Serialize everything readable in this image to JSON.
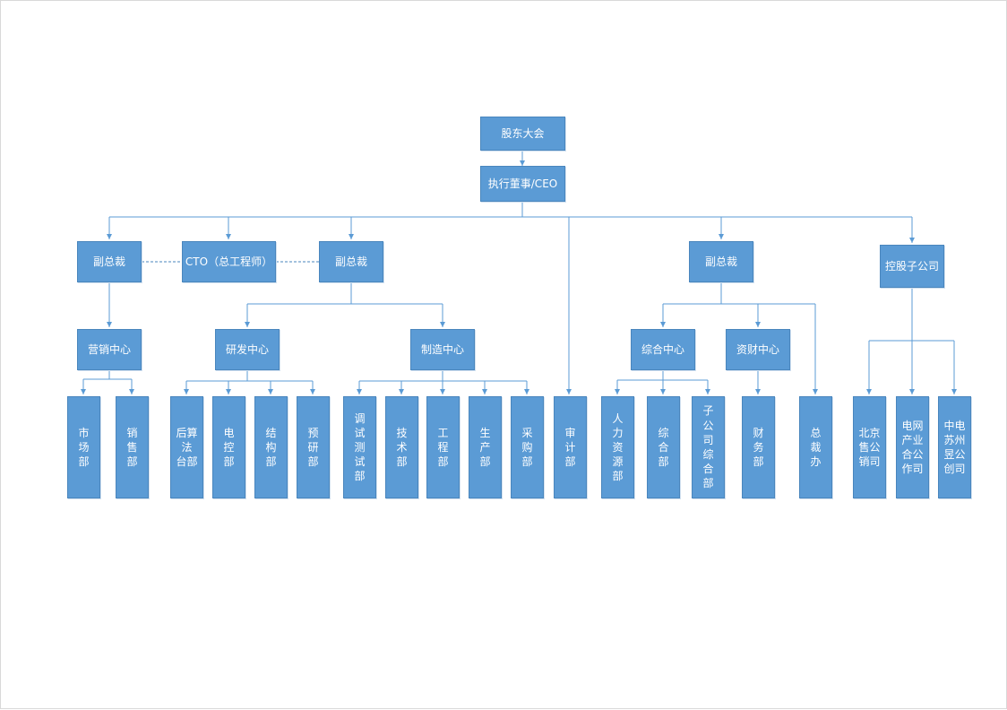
{
  "nodes": {
    "shareholders": "股东大会",
    "ceo": "执行董事/CEO",
    "vp_left": "副总裁",
    "cto": "CTO（总工程师）",
    "vp_mid": "副总裁",
    "vp_right": "副总裁",
    "holding": "控股子公司",
    "marketing_center": "营销中心",
    "rd_center": "研发中心",
    "mfg_center": "制造中心",
    "general_center": "综合中心",
    "finance_center": "资财中心",
    "market_dept": "市场部",
    "sales_dept": "销售部",
    "algo_dept": [
      "后算",
      "法",
      "台部"
    ],
    "elec_ctrl": "电控部",
    "structure": "结构部",
    "pre_research": "预研部",
    "debug_test": "调试测试部",
    "tech_dept": "技术部",
    "eng_dept": "工程部",
    "production": "生产部",
    "purchase": "采购部",
    "audit": "审计部",
    "hr": "人力资源部",
    "general_dept": "综合部",
    "sub_general": "子公司综合部",
    "finance_dept": "财务部",
    "pres_office": "总裁办",
    "beijing_sales": [
      "北京",
      "售公",
      "销司"
    ],
    "power_grid": [
      "电网",
      "产业",
      "合公",
      "作司"
    ],
    "suzhou_dian": [
      "中电",
      "苏州",
      "昱公",
      "创司"
    ]
  }
}
